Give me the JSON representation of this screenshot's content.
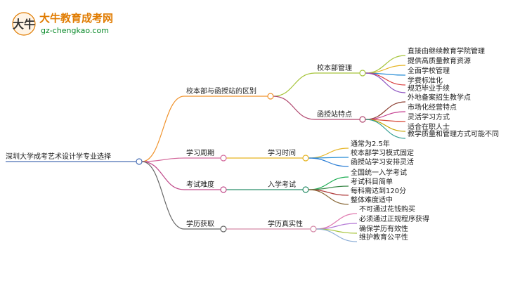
{
  "logo": {
    "glyph": "大牛",
    "title": "大牛教育成考网",
    "url": "gz-chengkao.com"
  },
  "root": {
    "label": "深圳大学成考艺术设计学专业选择"
  },
  "branches": [
    {
      "label": "校本部与函授站的区别",
      "color": "#f0922b",
      "subs": [
        {
          "label": "校本部管理",
          "color": "#a6c43a",
          "leaves": [
            {
              "label": "直接由继续教育学院管理",
              "color": "#a6c43a"
            },
            {
              "label": "提供高质量教育资源",
              "color": "#e6b422"
            },
            {
              "label": "全面学校管理",
              "color": "#2b8fd6"
            },
            {
              "label": "学费标准化",
              "color": "#d93f3f"
            },
            {
              "label": "规范毕业手续",
              "color": "#8a4fbf"
            }
          ]
        },
        {
          "label": "函授站特点",
          "color": "#b0466e",
          "leaves": [
            {
              "label": "外地备案招生教学点",
              "color": "#8a3b2e"
            },
            {
              "label": "市场化经营特点",
              "color": "#c43d8f"
            },
            {
              "label": "灵活学习方式",
              "color": "#d84c3c"
            },
            {
              "label": "适合在职人士",
              "color": "#c7a400"
            },
            {
              "label": "教学质量和管理方式可能不同",
              "color": "#2e9c91"
            }
          ]
        }
      ]
    },
    {
      "label": "学习周期",
      "color": "#d46a9c",
      "subs": [
        {
          "label": "学习时间",
          "color": "#e6b422",
          "leaves": [
            {
              "label": "通常为2.5年",
              "color": "#e6b422"
            },
            {
              "label": "校本部学习模式固定",
              "color": "#2b8fd6"
            },
            {
              "label": "函授站学习安排灵活",
              "color": "#2b7ed6"
            }
          ]
        }
      ]
    },
    {
      "label": "考试难度",
      "color": "#c04a8a",
      "subs": [
        {
          "label": "入学考试",
          "color": "#2b8f6a",
          "leaves": [
            {
              "label": "全国统一入学考试",
              "color": "#1fae55"
            },
            {
              "label": "考试科目简单",
              "color": "#3c8a4a"
            },
            {
              "label": "每科需达到120分",
              "color": "#b03c3c"
            },
            {
              "label": "整体难度适中",
              "color": "#8a6a3a"
            }
          ]
        }
      ]
    },
    {
      "label": "学历获取",
      "color": "#666666",
      "subs": [
        {
          "label": "学历真实性",
          "color": "#d58aa8",
          "leaves": [
            {
              "label": "不可通过花钱购买",
              "color": "#e07ab0"
            },
            {
              "label": "必须通过正规程序获得",
              "color": "#b57ad6"
            },
            {
              "label": "确保学历有效性",
              "color": "#a6c43a"
            },
            {
              "label": "维护教育公平性",
              "color": "#8fb0d8"
            }
          ]
        }
      ]
    }
  ]
}
